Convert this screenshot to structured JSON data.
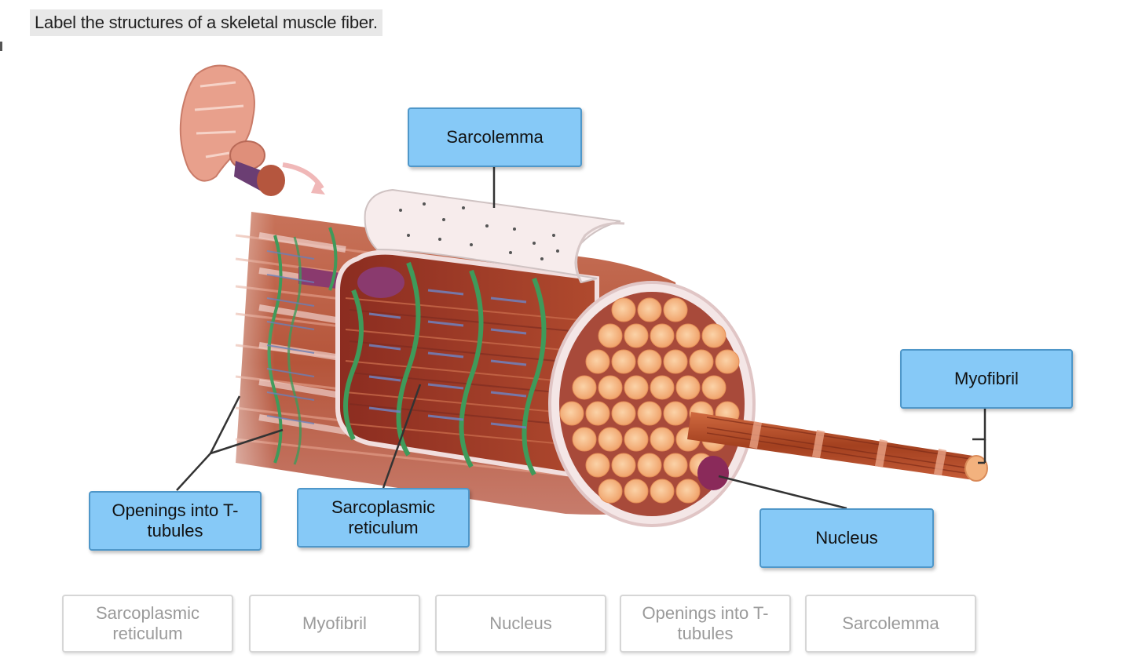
{
  "question": {
    "prompt": "Label the structures of a skeletal muscle fiber."
  },
  "placed_labels": [
    {
      "id": "sarcolemma",
      "text": "Sarcolemma"
    },
    {
      "id": "myofibril",
      "text": "Myofibril"
    },
    {
      "id": "openings",
      "text": "Openings into T-\ntubules"
    },
    {
      "id": "sr",
      "text": "Sarcoplasmic\nreticulum"
    },
    {
      "id": "nucleus",
      "text": "Nucleus"
    }
  ],
  "word_bank": [
    {
      "text": "Sarcoplasmic\nreticulum"
    },
    {
      "text": "Myofibril"
    },
    {
      "text": "Nucleus"
    },
    {
      "text": "Openings into T-\ntubules"
    },
    {
      "text": "Sarcolemma"
    }
  ],
  "colors": {
    "label_fill": "#86c9f7",
    "label_border": "#4f97c9",
    "muscle_red": "#a8452b",
    "myofibril_orange": "#f3b27e",
    "t_tubule_green": "#3f9a5a",
    "sarcolemma_pink": "#f7ecec",
    "nucleus_purple": "#8a2a5a"
  }
}
